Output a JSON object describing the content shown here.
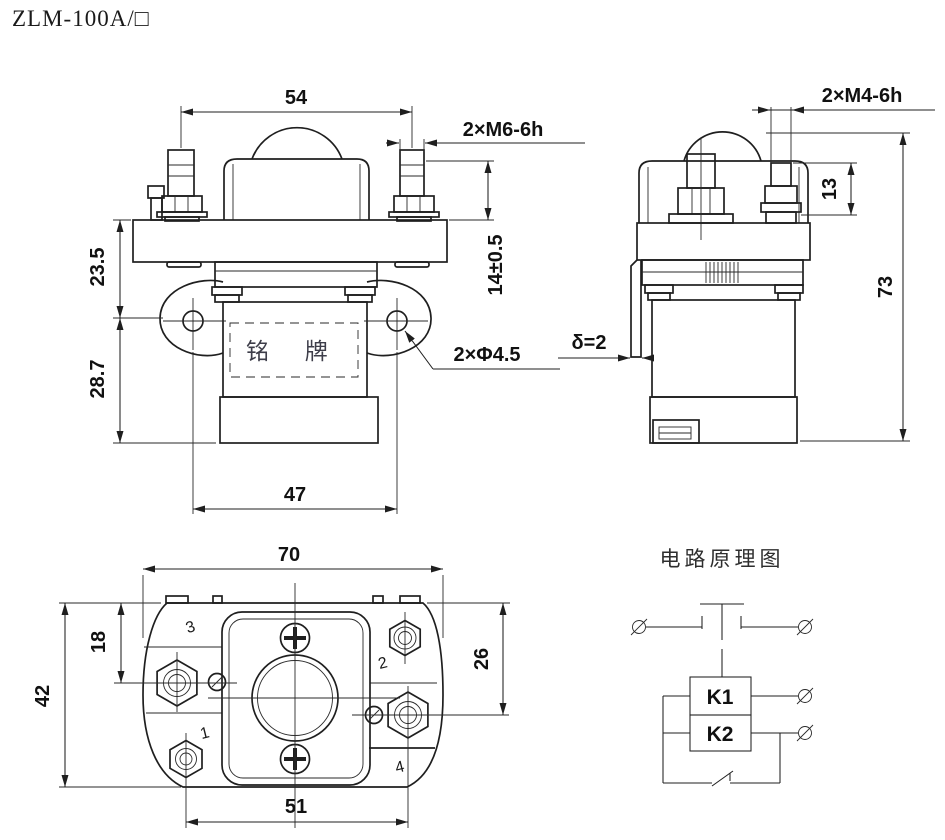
{
  "drawing_title": "ZLM-100A/□",
  "front_view": {
    "dim_stud_spacing": "54",
    "dim_stud_thread": "2×M6-6h",
    "dim_stud_height": "14±0.5",
    "dim_flange_to_ear": "23.5",
    "dim_ear_to_bottom": "28.7",
    "dim_ear_holes": "2×Φ4.5",
    "dim_ear_spacing": "47",
    "nameplate_label": "铭 牌"
  },
  "side_view": {
    "dim_coil_thread": "2×M4-6h",
    "dim_coil_stud_height": "13",
    "dim_overall_height": "73",
    "dim_bracket_thickness": "δ=2"
  },
  "bottom_view": {
    "dim_overall_width": "70",
    "dim_overall_depth": "42",
    "dim_terminal3_y": "18",
    "dim_terminal4_y": "26",
    "dim_terminal_span": "51",
    "terminal_1": "1",
    "terminal_2": "2",
    "terminal_3": "3",
    "terminal_4": "4"
  },
  "circuit_diagram": {
    "title": "电路原理图",
    "coil_1": "K1",
    "coil_2": "K2"
  }
}
